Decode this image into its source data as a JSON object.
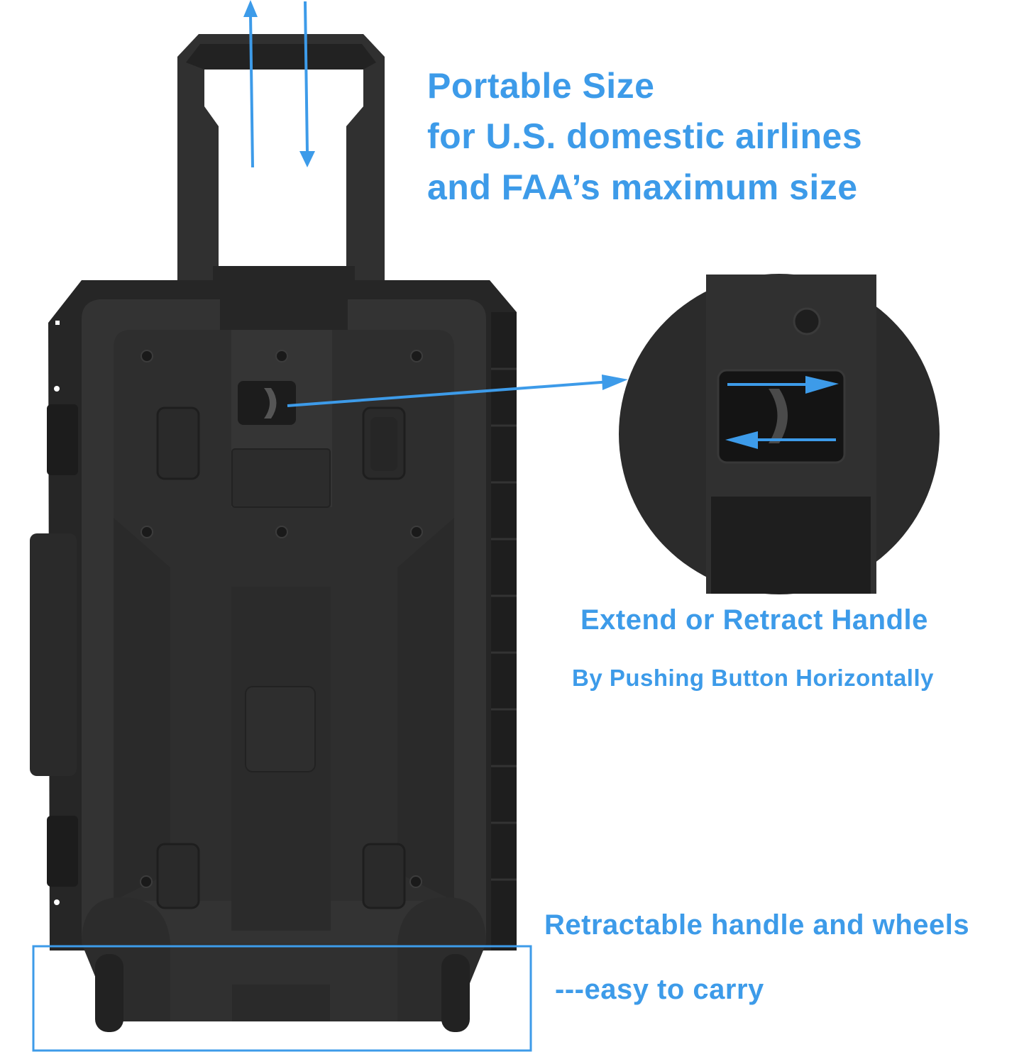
{
  "colors": {
    "accent": "#3d9be9",
    "case_dark": "#2b2b2b",
    "case_mid": "#333333",
    "case_light": "#3a3a3a",
    "background": "#ffffff"
  },
  "captions": {
    "portable": {
      "line1": "Portable Size",
      "line2": "for U.S. domestic airlines",
      "line3": "and FAA’s maximum size"
    },
    "handle": {
      "title": "Extend or Retract Handle",
      "subtitle": "By Pushing Button Horizontally"
    },
    "wheels": {
      "title": "Retractable handle and wheels",
      "subtitle": "---easy to carry"
    }
  },
  "annotations": {
    "handle_arrows": [
      "arrow-up-icon",
      "arrow-down-icon"
    ],
    "button_pointer": "arrow-right-icon",
    "detail_arrows": [
      "arrow-right-icon",
      "arrow-left-icon"
    ],
    "wheel_highlight": "highlight-box"
  }
}
